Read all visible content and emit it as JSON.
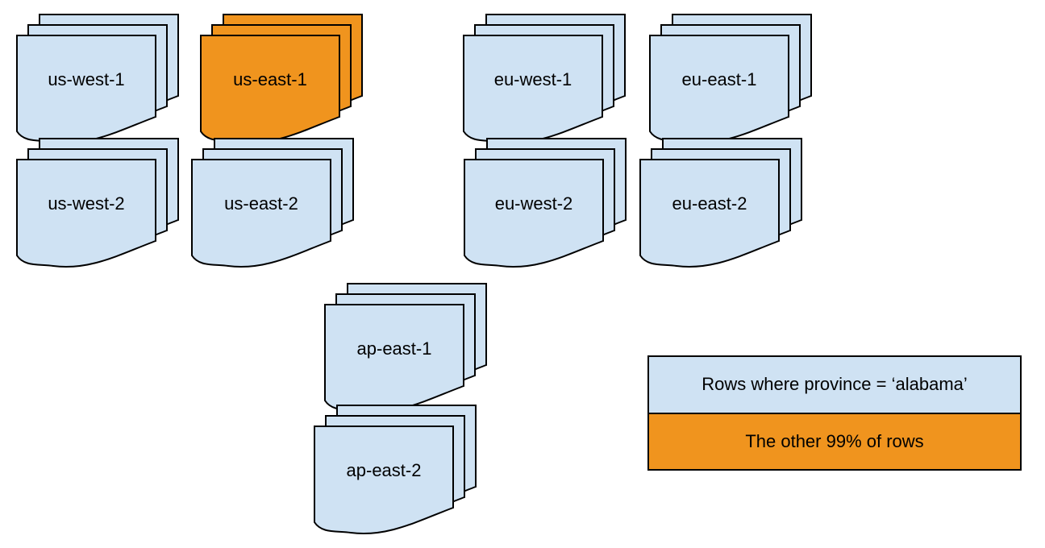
{
  "colors": {
    "blue": "#cfe2f3",
    "orange": "#f0941e",
    "stroke": "#000000",
    "text": "#000000",
    "background": "#ffffff"
  },
  "diagram": {
    "stacks": [
      {
        "label": "us-west-1",
        "variant": "blue"
      },
      {
        "label": "us-east-1",
        "variant": "orange"
      },
      {
        "label": "eu-west-1",
        "variant": "blue"
      },
      {
        "label": "eu-east-1",
        "variant": "blue"
      },
      {
        "label": "us-west-2",
        "variant": "blue"
      },
      {
        "label": "us-east-2",
        "variant": "blue"
      },
      {
        "label": "eu-west-2",
        "variant": "blue"
      },
      {
        "label": "eu-east-2",
        "variant": "blue"
      },
      {
        "label": "ap-east-1",
        "variant": "blue"
      },
      {
        "label": "ap-east-2",
        "variant": "blue"
      }
    ],
    "legend": {
      "items": [
        {
          "label": "Rows where province = ‘alabama’",
          "variant": "blue"
        },
        {
          "label": "The other 99% of rows",
          "variant": "orange"
        }
      ]
    }
  }
}
